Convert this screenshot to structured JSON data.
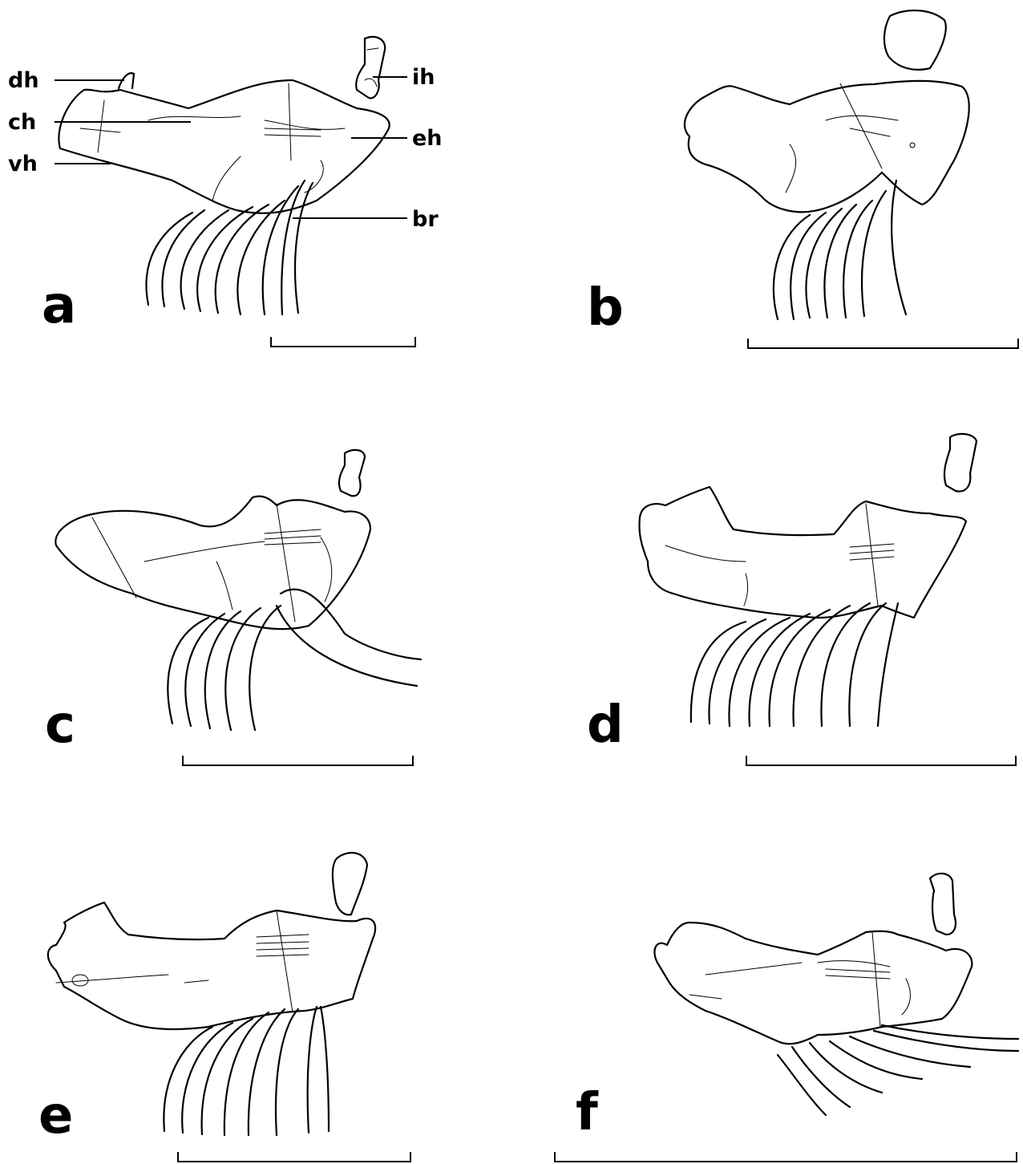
{
  "panels": [
    {
      "letter": "a"
    },
    {
      "letter": "b"
    },
    {
      "letter": "c"
    },
    {
      "letter": "d"
    },
    {
      "letter": "e"
    },
    {
      "letter": "f"
    }
  ],
  "labels": {
    "dh": "dh",
    "ch": "ch",
    "vh": "vh",
    "ih": "ih",
    "eh": "eh",
    "br": "br"
  }
}
